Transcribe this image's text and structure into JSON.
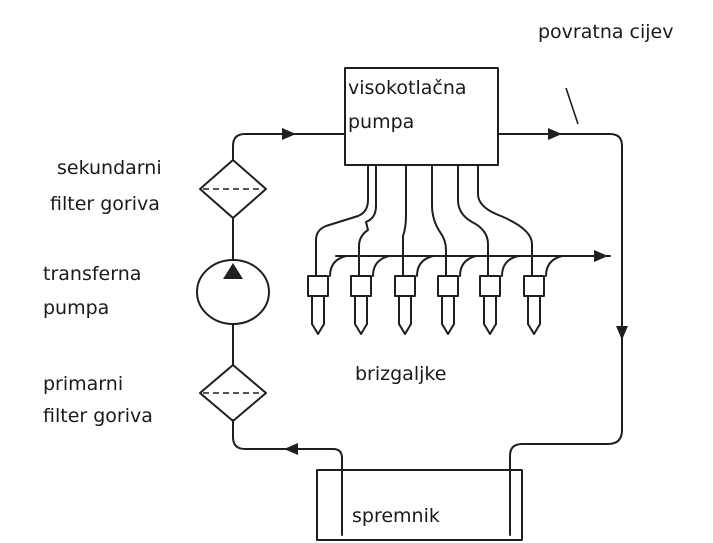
{
  "labels": {
    "return_pipe": "povratna cijev",
    "high_pressure_pump_1": "visokotlačna",
    "high_pressure_pump_2": "pumpa",
    "secondary_filter_1": "sekundarni",
    "secondary_filter_2": "filter goriva",
    "transfer_pump_1": "transferna",
    "transfer_pump_2": "pumpa",
    "primary_filter_1": "primarni",
    "primary_filter_2": "filter goriva",
    "injectors": "brizgaljke",
    "tank": "spremnik"
  },
  "colors": {
    "line": "#1f1f1f",
    "background": "#ffffff"
  }
}
